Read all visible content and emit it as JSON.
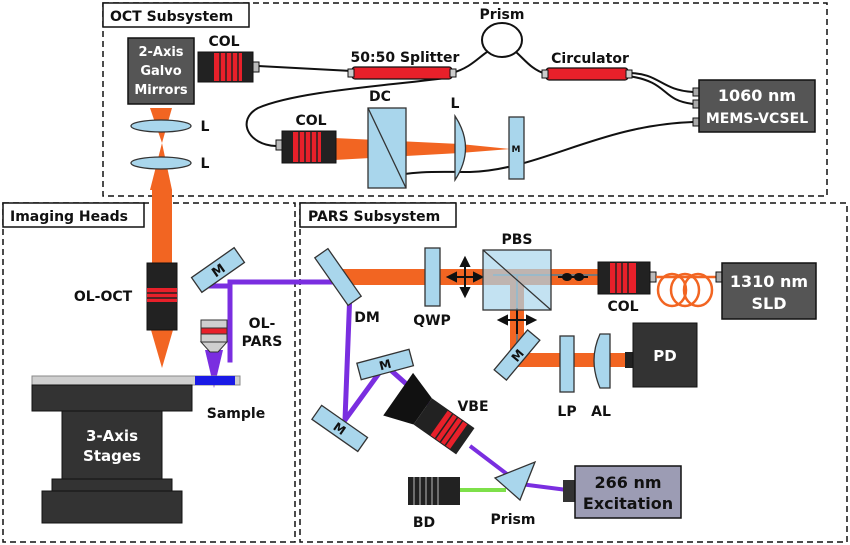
{
  "subsystems": {
    "oct": "OCT Subsystem",
    "imaging": "Imaging Heads",
    "pars": "PARS Subsystem"
  },
  "devices": {
    "galvo": [
      "2-Axis",
      "Galvo",
      "Mirrors"
    ],
    "vcsel": [
      "1060 nm",
      "MEMS-VCSEL"
    ],
    "sld": [
      "1310 nm",
      "SLD"
    ],
    "excitation": [
      "266 nm",
      "Excitation"
    ],
    "stages": [
      "3-Axis",
      "Stages"
    ],
    "pd": "PD"
  },
  "labels": {
    "col_top": "COL",
    "col_mid": "COL",
    "col_pars": "COL",
    "prism_top": "Prism",
    "splitter": "50:50 Splitter",
    "circulator": "Circulator",
    "dc": "DC",
    "l_ref": "L",
    "m_ref": "M",
    "l_upper": "L",
    "l_lower": "L",
    "ol_oct": "OL-OCT",
    "ol_pars": [
      "OL-",
      "PARS"
    ],
    "sample": "Sample",
    "m_head": "M",
    "dm": "DM",
    "qwp": "QWP",
    "pbs": "PBS",
    "m_pbs": "M",
    "lp": "LP",
    "al": "AL",
    "m_mid": "M",
    "m_low": "M",
    "vbe": "VBE",
    "bd": "BD",
    "prism_bottom": "Prism"
  },
  "colors": {
    "oct_beam": "#f26522",
    "uv_beam": "#7a2ee0",
    "green_beam": "#7ee04a",
    "optic_fill": "#a9d6ec",
    "dark_box": "#555555",
    "excitation_box": "#9c9cb4",
    "collimator_red": "#e8202a"
  }
}
